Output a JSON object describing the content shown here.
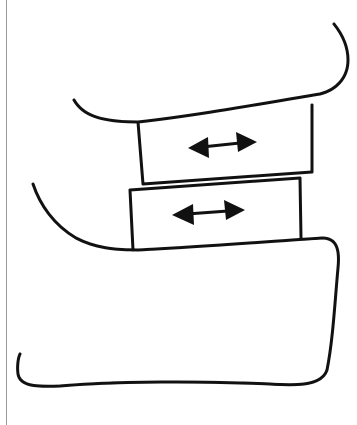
{
  "colors": {
    "background": "#ffffff",
    "stroke": "#111111",
    "arrow_fill": "#111111",
    "page_edge": "#9a9a9a"
  },
  "diagram": {
    "blocks": [
      {
        "id": "upper-block",
        "arrow": "left-right-arrow-icon"
      },
      {
        "id": "lower-block",
        "arrow": "left-right-arrow-icon"
      }
    ],
    "curves": [
      {
        "id": "upper-jaw-outline"
      },
      {
        "id": "lower-jaw-outline"
      }
    ]
  }
}
